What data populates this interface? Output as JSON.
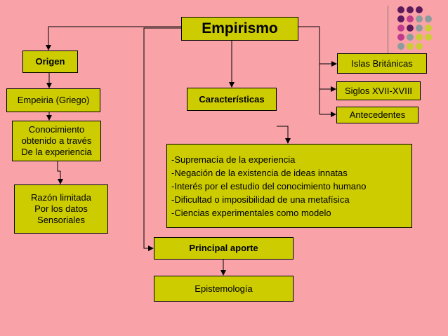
{
  "title": "Empirismo",
  "origen": {
    "label": "Origen",
    "etimologia": "Empeiria (Griego)",
    "conocimiento": "Conocimiento\nobtenido a través\nDe la experiencia",
    "razon": "Razón limitada\nPor los datos\nSensoriales"
  },
  "caracteristicas": {
    "label": "Características",
    "items": [
      "-Supremacía de la experiencia",
      "-Negación de la existencia de ideas innatas",
      "-Interés por el estudio del conocimiento humano",
      "-Dificultad o imposibilidad de una metafísica",
      "-Ciencias experimentales como modelo"
    ]
  },
  "antecedentes": {
    "islas": "Islas Británicas",
    "siglos": "Siglos XVII-XVIII",
    "label": "Antecedentes"
  },
  "aporte": {
    "label": "Principal aporte",
    "value": "Epistemología"
  },
  "colors": {
    "background": "#F9A3A8",
    "box": "#CCCC00",
    "dot_purple": "#5C1A5C",
    "dot_magenta": "#C03A8C",
    "dot_gray": "#8C9C9C",
    "dot_yellow": "#CCCC33"
  }
}
